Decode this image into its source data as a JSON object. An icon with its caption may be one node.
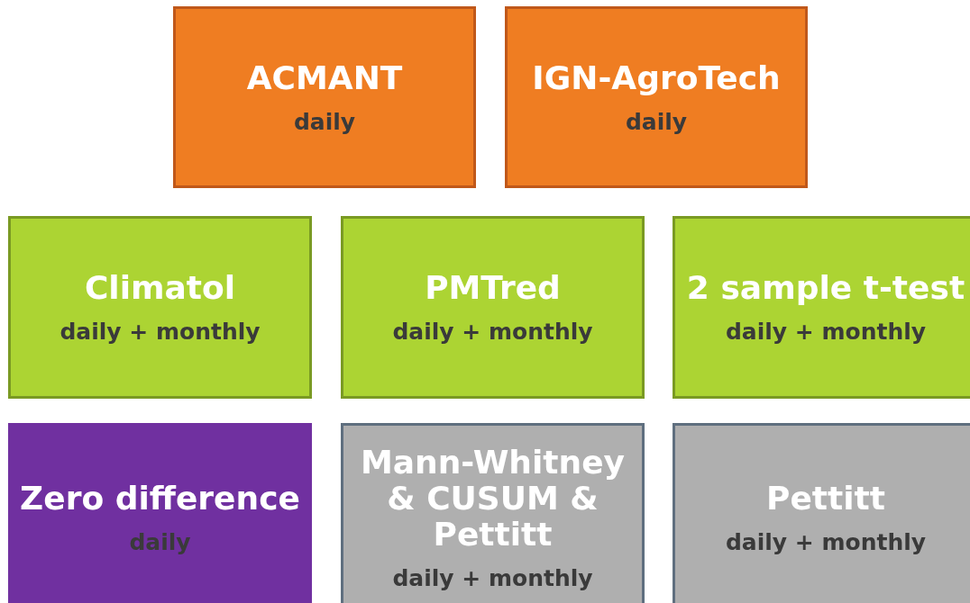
{
  "diagram": {
    "nodes": [
      {
        "text": [
          "ACMANT",
          "daily"
        ]
      },
      {
        "text": [
          "IGN-AgroTech",
          "daily"
        ]
      },
      {
        "text": [
          "Climatol",
          "daily + monthly"
        ]
      },
      {
        "text": [
          "PMTred",
          "daily + monthly"
        ]
      },
      {
        "text": [
          "2 sample t-test",
          "daily + monthly"
        ]
      },
      {
        "text": [
          "Zero difference",
          "daily"
        ]
      },
      {
        "text": [
          "Mann-Whitney & CUSUM & Pettitt",
          "daily + monthly"
        ]
      },
      {
        "text": [
          "Pettitt",
          "daily + monthly"
        ]
      }
    ]
  }
}
